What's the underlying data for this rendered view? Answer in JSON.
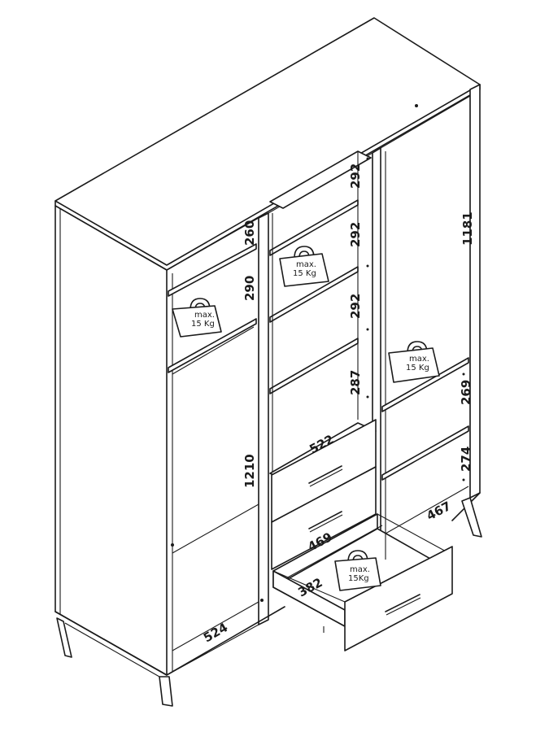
{
  "dimensions": {
    "left_shelf_gap": "260",
    "left_shelf_height": "290",
    "left_hanging_height": "1210",
    "left_depth": "524",
    "middle_gap_1": "292",
    "middle_gap_2": "292",
    "middle_gap_3": "292",
    "middle_gap_4": "287",
    "middle_width": "522",
    "drawer_depth": "469",
    "drawer_inner_depth": "382",
    "right_hanging_height": "1181",
    "right_gap_1": "269",
    "right_gap_2": "274",
    "right_depth": "467"
  },
  "load_labels": {
    "left_shelf": {
      "line1": "max.",
      "line2": "15 Kg"
    },
    "middle_shelf": {
      "line1": "max.",
      "line2": "15 Kg"
    },
    "right_shelf": {
      "line1": "max.",
      "line2": "15 Kg"
    },
    "drawer": {
      "line1": "max.",
      "line2": "15Kg"
    }
  }
}
